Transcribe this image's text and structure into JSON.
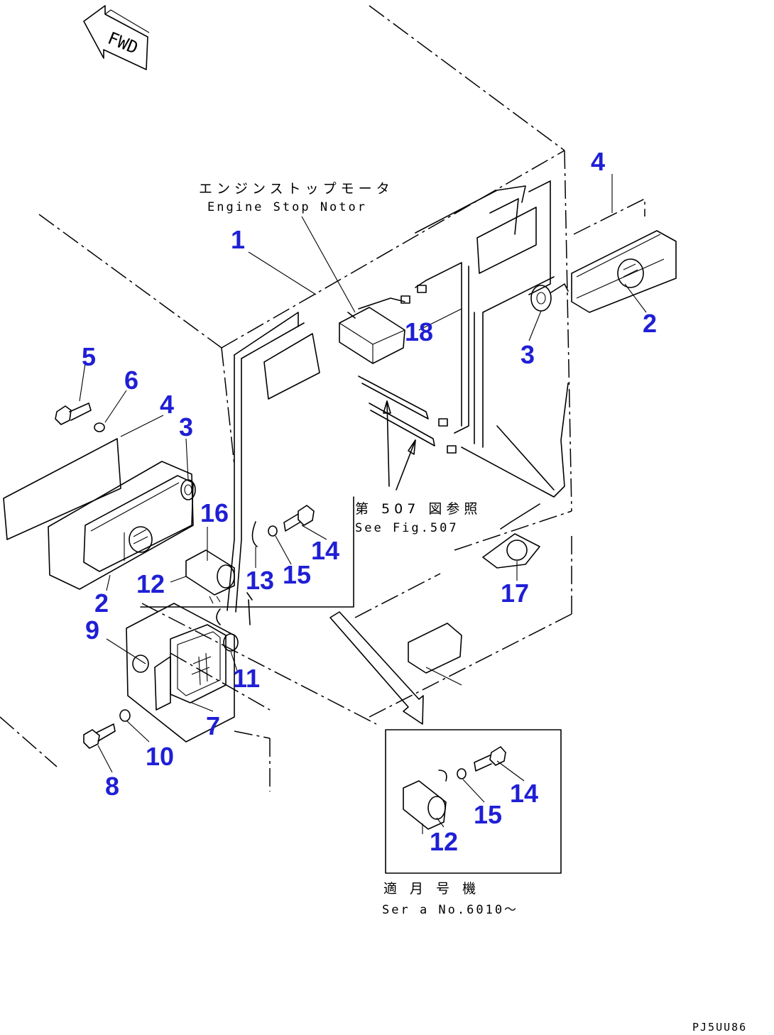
{
  "diagram": {
    "fwd_label": "FWD",
    "part_numbers": {
      "n1": "1",
      "n2_right": "2",
      "n2_left": "2",
      "n3_right": "3",
      "n3_left": "3",
      "n4_right": "4",
      "n4_left": "4",
      "n5": "5",
      "n6": "6",
      "n7": "7",
      "n8": "8",
      "n9": "9",
      "n10": "10",
      "n11": "11",
      "n12_main": "12",
      "n12_inset": "12",
      "n13": "13",
      "n14_main": "14",
      "n14_inset": "14",
      "n15_main": "15",
      "n15_inset": "15",
      "n16": "16",
      "n17": "17",
      "n18": "18"
    },
    "engine_stop_motor_jp": "エンジンストップモータ",
    "engine_stop_motor_en": "Engine Stop Notor",
    "see_fig_jp": "第 507 図参照",
    "see_fig_en": "See Fig.507",
    "serial_jp": "適 月 号 機",
    "serial_en": "Ser a  No.6010～",
    "drawing_code": "PJ5UU86"
  }
}
